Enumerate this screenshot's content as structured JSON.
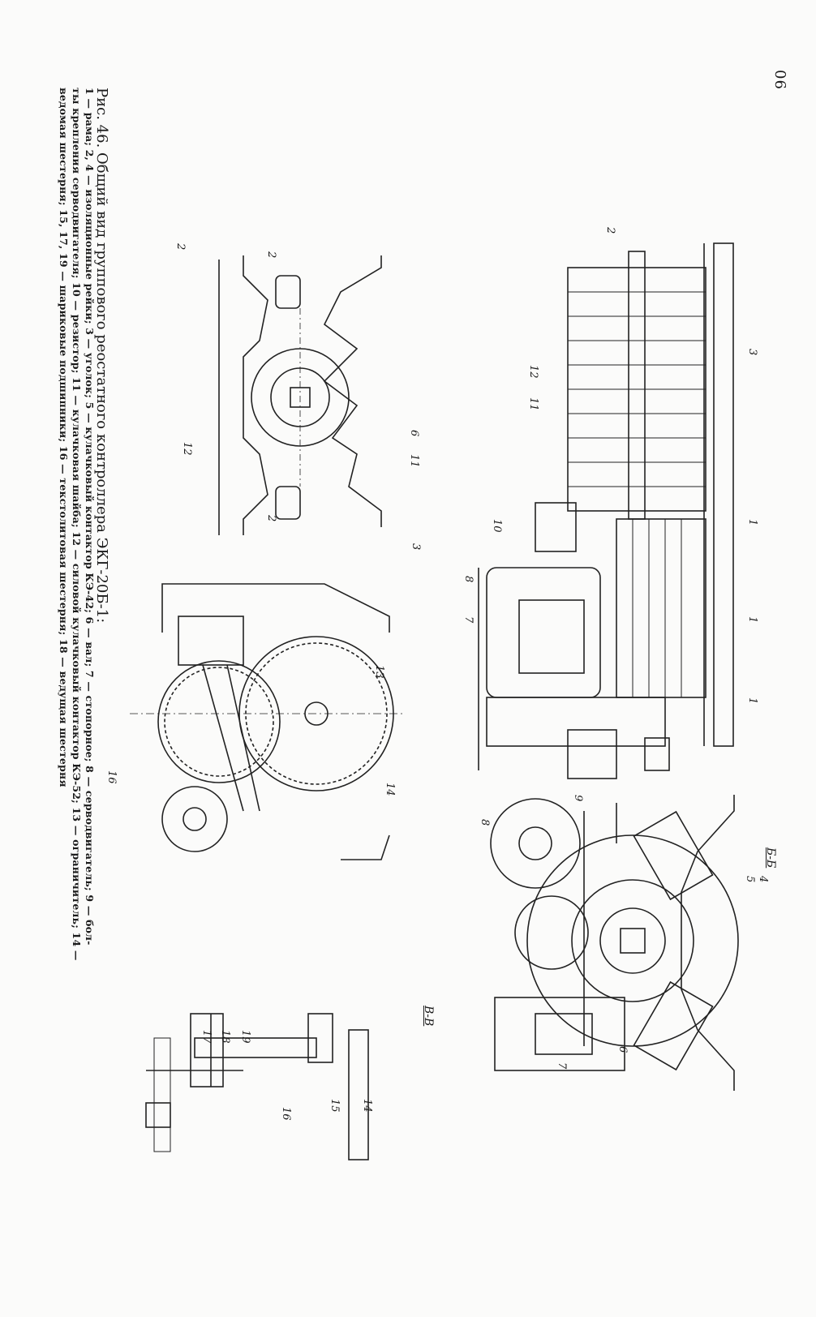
{
  "page_number": "06",
  "caption": {
    "title": "Рис. 46. Общий вид группового реостатного контроллера ЭКГ-20Б-1:",
    "line1": "1 — рама; 2, 4 — изоляционные рейки; 3 — уголок; 5 — кулачковый контактор КЭ-42; 6 — вал; 7 — стопорное; 8 — серводвигатель; 9 — бол-",
    "line2": "ты крепления серводвигателя; 10 — резистор; 11 — кулачковая шайба; 12 — силовой кулачковый контактор КЭ-52; 13 — ограничитель; 14 —",
    "line3": "ведомая шестерня; 15, 17, 19 — шариковые подшипники; 16 — текстолитовая шестерня; 18 — ведущая шестерня"
  },
  "sections": {
    "bb": "Б-Б",
    "vv": "В-В"
  },
  "callouts": {
    "c1a": "1",
    "c1b": "1",
    "c1c": "1",
    "c2a": "2",
    "c2b": "2",
    "c2c": "2",
    "c3a": "3",
    "c3b": "3",
    "c4": "4",
    "c5": "5",
    "c6a": "6",
    "c6b": "6",
    "c7a": "7",
    "c7b": "7",
    "c8a": "8",
    "c8b": "8",
    "c9": "9",
    "c10": "10",
    "c11a": "11",
    "c11b": "11",
    "c12a": "12",
    "c12b": "12",
    "c13": "13",
    "c14a": "14",
    "c14b": "14",
    "c15": "15",
    "c16a": "16",
    "c16b": "16",
    "c17": "17",
    "c18": "18",
    "c19": "19"
  }
}
